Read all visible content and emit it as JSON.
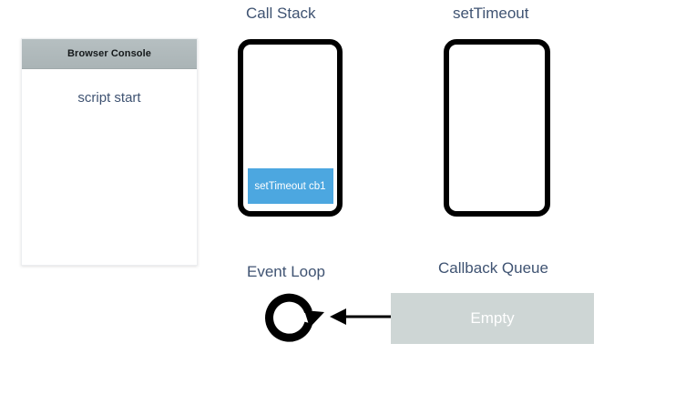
{
  "console": {
    "header_title": "Browser Console",
    "lines": [
      {
        "text": "script start"
      }
    ]
  },
  "call_stack": {
    "title": "Call Stack",
    "frames": [
      {
        "label": "setTimeout cb1",
        "color": "#4ca7e0"
      }
    ]
  },
  "web_api": {
    "title": "setTimeout",
    "frames": []
  },
  "event_loop": {
    "title": "Event Loop",
    "icon": "circular-arrow-icon"
  },
  "callback_queue": {
    "title": "Callback Queue",
    "state_label": "Empty",
    "box_color": "#ced6d5"
  },
  "colors": {
    "title_text": "#3f5372",
    "frame_blue": "#4ca7e0",
    "queue_gray": "#ced6d5",
    "console_header": "#b0babc",
    "outline_black": "#000000"
  }
}
